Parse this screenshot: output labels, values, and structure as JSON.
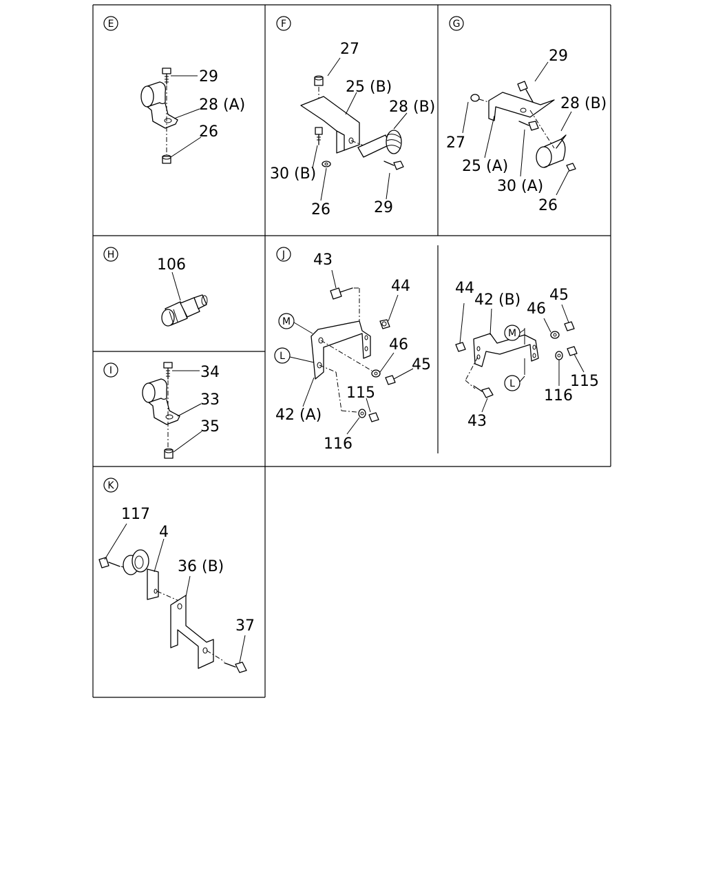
{
  "panels": {
    "E": {
      "id": "E",
      "labels": {
        "n29": "29",
        "n28a": "28 (A)",
        "n26": "26"
      }
    },
    "F": {
      "id": "F",
      "labels": {
        "n27": "27",
        "n25b": "25 (B)",
        "n28b": "28 (B)",
        "n30b": "30 (B)",
        "n26": "26",
        "n29": "29"
      }
    },
    "G": {
      "id": "G",
      "labels": {
        "n29": "29",
        "n28b": "28 (B)",
        "n27": "27",
        "n25a": "25 (A)",
        "n30a": "30 (A)",
        "n26": "26"
      }
    },
    "H": {
      "id": "H",
      "labels": {
        "n106": "106"
      }
    },
    "I": {
      "id": "I",
      "labels": {
        "n34": "34",
        "n33": "33",
        "n35": "35"
      }
    },
    "J": {
      "id": "J",
      "labels": {
        "n43": "43",
        "n44": "44",
        "M": "M",
        "L": "L",
        "n46": "46",
        "n45": "45",
        "n115": "115",
        "n42a": "42 (A)",
        "n116": "116"
      }
    },
    "J2": {
      "labels": {
        "n44": "44",
        "n42b": "42 (B)",
        "n46": "46",
        "n45": "45",
        "M": "M",
        "L": "L",
        "n116": "116",
        "n115": "115",
        "n43": "43"
      }
    },
    "K": {
      "id": "K",
      "labels": {
        "n117": "117",
        "n4": "4",
        "n36b": "36 (B)",
        "n37": "37"
      }
    }
  }
}
